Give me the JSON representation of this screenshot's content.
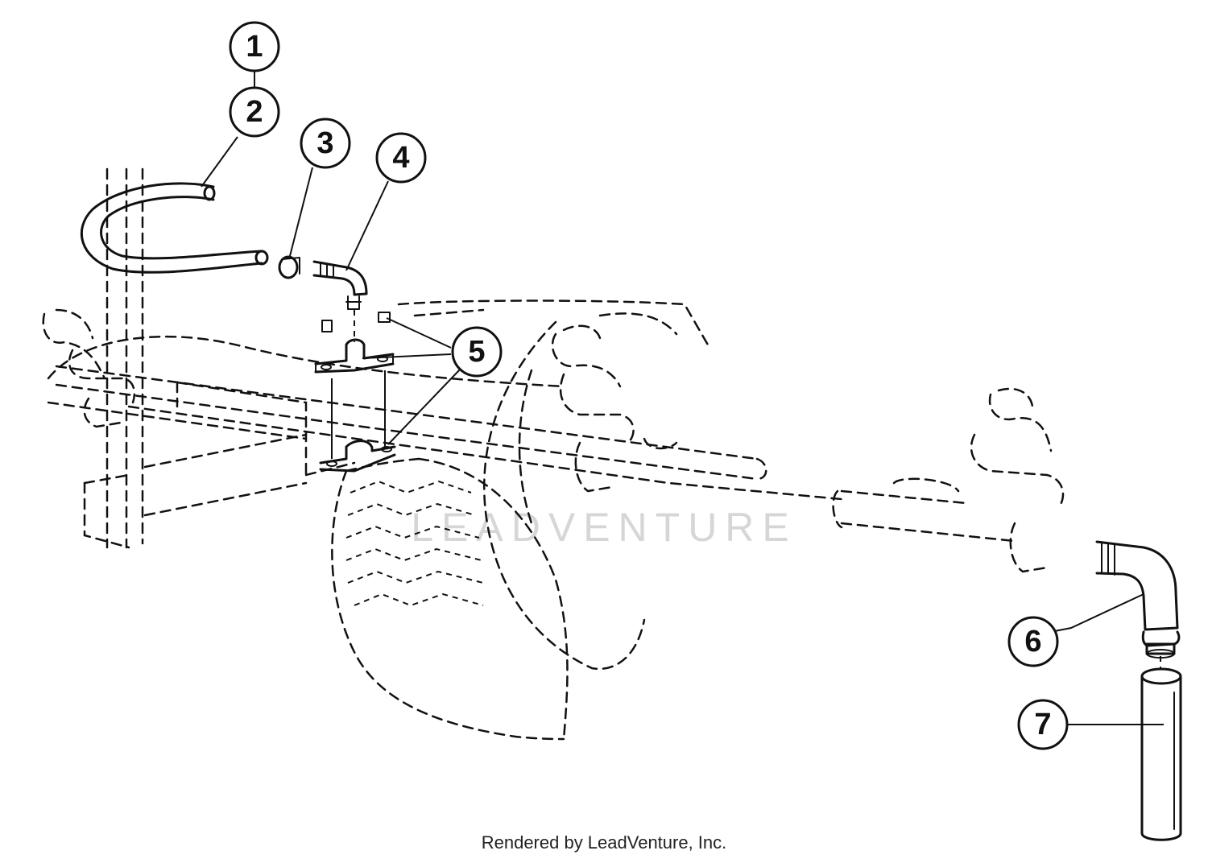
{
  "diagram": {
    "callouts": [
      {
        "label": "1"
      },
      {
        "label": "2"
      },
      {
        "label": "3"
      },
      {
        "label": "4"
      },
      {
        "label": "5"
      },
      {
        "label": "6"
      },
      {
        "label": "7"
      }
    ],
    "watermark": "LEADVENTURE",
    "credit": "Rendered by LeadVenture, Inc."
  }
}
